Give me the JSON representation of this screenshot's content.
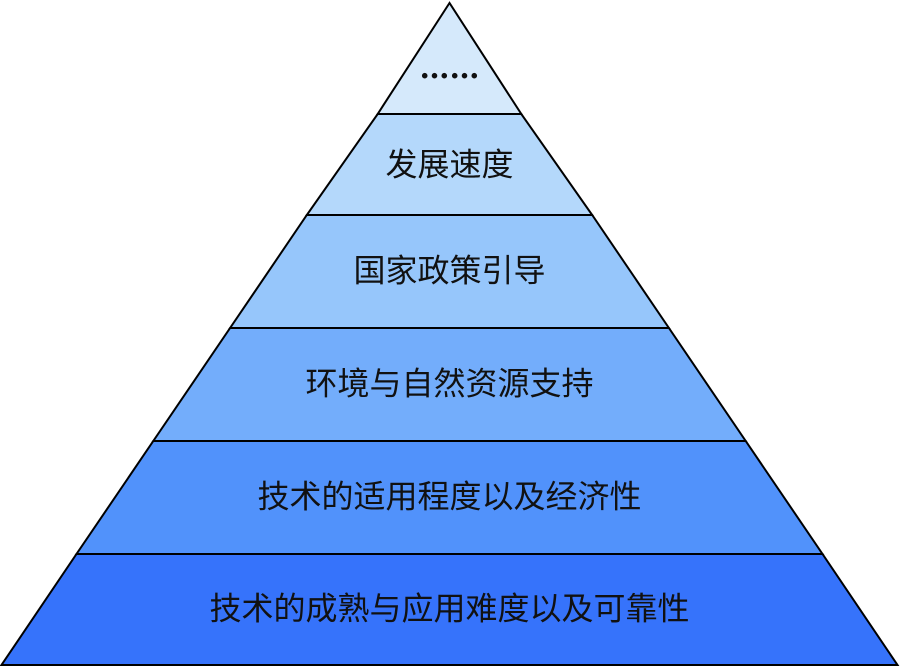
{
  "pyramid": {
    "tiers": [
      {
        "label": "……",
        "color": "#d5e9fb"
      },
      {
        "label": "发展速度",
        "color": "#b4d8fb"
      },
      {
        "label": "国家政策引导",
        "color": "#96c6fb"
      },
      {
        "label": "环境与自然资源支持",
        "color": "#73adfb"
      },
      {
        "label": "技术的适用程度以及经济性",
        "color": "#5192fb"
      },
      {
        "label": "技术的成熟与应用难度以及可靠性",
        "color": "#3673fb"
      }
    ]
  }
}
